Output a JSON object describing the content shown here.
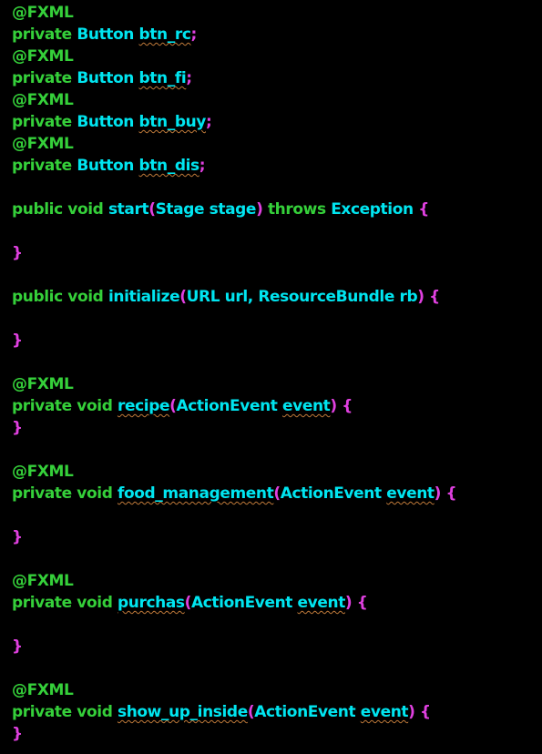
{
  "colors": {
    "background": "#000000",
    "annotation": "#35d03a",
    "keyword": "#35d03a",
    "identifier": "#00e5f0",
    "punctuation": "#e040e0",
    "squiggle": "#c07a3a"
  },
  "code_lines": [
    [
      {
        "t": "@FXML",
        "k": "annotation"
      }
    ],
    [
      {
        "t": "private ",
        "k": "keyword"
      },
      {
        "t": "Button ",
        "k": "identifier"
      },
      {
        "t": "btn_rc",
        "k": "identifier",
        "u": true
      },
      {
        "t": ";",
        "k": "punctuation"
      }
    ],
    [
      {
        "t": "@FXML",
        "k": "annotation"
      }
    ],
    [
      {
        "t": "private ",
        "k": "keyword"
      },
      {
        "t": "Button ",
        "k": "identifier"
      },
      {
        "t": "btn_fi",
        "k": "identifier",
        "u": true
      },
      {
        "t": ";",
        "k": "punctuation"
      }
    ],
    [
      {
        "t": "@FXML",
        "k": "annotation"
      }
    ],
    [
      {
        "t": "private ",
        "k": "keyword"
      },
      {
        "t": "Button ",
        "k": "identifier"
      },
      {
        "t": "btn_buy",
        "k": "identifier",
        "u": true
      },
      {
        "t": ";",
        "k": "punctuation"
      }
    ],
    [
      {
        "t": "@FXML",
        "k": "annotation"
      }
    ],
    [
      {
        "t": "private ",
        "k": "keyword"
      },
      {
        "t": "Button ",
        "k": "identifier"
      },
      {
        "t": "btn_dis",
        "k": "identifier",
        "u": true
      },
      {
        "t": ";",
        "k": "punctuation"
      }
    ],
    [],
    [
      {
        "t": "public void ",
        "k": "keyword"
      },
      {
        "t": "start",
        "k": "identifier"
      },
      {
        "t": "(",
        "k": "punctuation"
      },
      {
        "t": "Stage stage",
        "k": "identifier"
      },
      {
        "t": ") ",
        "k": "punctuation"
      },
      {
        "t": "throws ",
        "k": "keyword"
      },
      {
        "t": "Exception ",
        "k": "identifier"
      },
      {
        "t": "{",
        "k": "punctuation"
      }
    ],
    [],
    [
      {
        "t": "}",
        "k": "punctuation"
      }
    ],
    [],
    [
      {
        "t": "public void ",
        "k": "keyword"
      },
      {
        "t": "initialize",
        "k": "identifier"
      },
      {
        "t": "(",
        "k": "punctuation"
      },
      {
        "t": "URL url, ResourceBundle rb",
        "k": "identifier"
      },
      {
        "t": ") {",
        "k": "punctuation"
      }
    ],
    [],
    [
      {
        "t": "}",
        "k": "punctuation"
      }
    ],
    [],
    [
      {
        "t": "@FXML",
        "k": "annotation"
      }
    ],
    [
      {
        "t": "private void ",
        "k": "keyword"
      },
      {
        "t": "recipe",
        "k": "identifier",
        "u": true
      },
      {
        "t": "(",
        "k": "punctuation"
      },
      {
        "t": "ActionEvent ",
        "k": "identifier"
      },
      {
        "t": "event",
        "k": "identifier",
        "u": true
      },
      {
        "t": ") {",
        "k": "punctuation"
      }
    ],
    [
      {
        "t": "}",
        "k": "punctuation"
      }
    ],
    [],
    [
      {
        "t": "@FXML",
        "k": "annotation"
      }
    ],
    [
      {
        "t": "private void ",
        "k": "keyword"
      },
      {
        "t": "food_management",
        "k": "identifier",
        "u": true
      },
      {
        "t": "(",
        "k": "punctuation"
      },
      {
        "t": "ActionEvent ",
        "k": "identifier"
      },
      {
        "t": "event",
        "k": "identifier",
        "u": true
      },
      {
        "t": ") {",
        "k": "punctuation"
      }
    ],
    [],
    [
      {
        "t": "}",
        "k": "punctuation"
      }
    ],
    [],
    [
      {
        "t": "@FXML",
        "k": "annotation"
      }
    ],
    [
      {
        "t": "private void ",
        "k": "keyword"
      },
      {
        "t": "purchas",
        "k": "identifier",
        "u": true
      },
      {
        "t": "(",
        "k": "punctuation"
      },
      {
        "t": "ActionEvent ",
        "k": "identifier"
      },
      {
        "t": "event",
        "k": "identifier",
        "u": true
      },
      {
        "t": ") {",
        "k": "punctuation"
      }
    ],
    [],
    [
      {
        "t": "}",
        "k": "punctuation"
      }
    ],
    [],
    [
      {
        "t": "@FXML",
        "k": "annotation"
      }
    ],
    [
      {
        "t": "private void ",
        "k": "keyword"
      },
      {
        "t": "show_up_inside",
        "k": "identifier",
        "u": true
      },
      {
        "t": "(",
        "k": "punctuation"
      },
      {
        "t": "ActionEvent ",
        "k": "identifier"
      },
      {
        "t": "event",
        "k": "identifier",
        "u": true
      },
      {
        "t": ") {",
        "k": "punctuation"
      }
    ],
    [
      {
        "t": "}",
        "k": "punctuation"
      }
    ]
  ]
}
